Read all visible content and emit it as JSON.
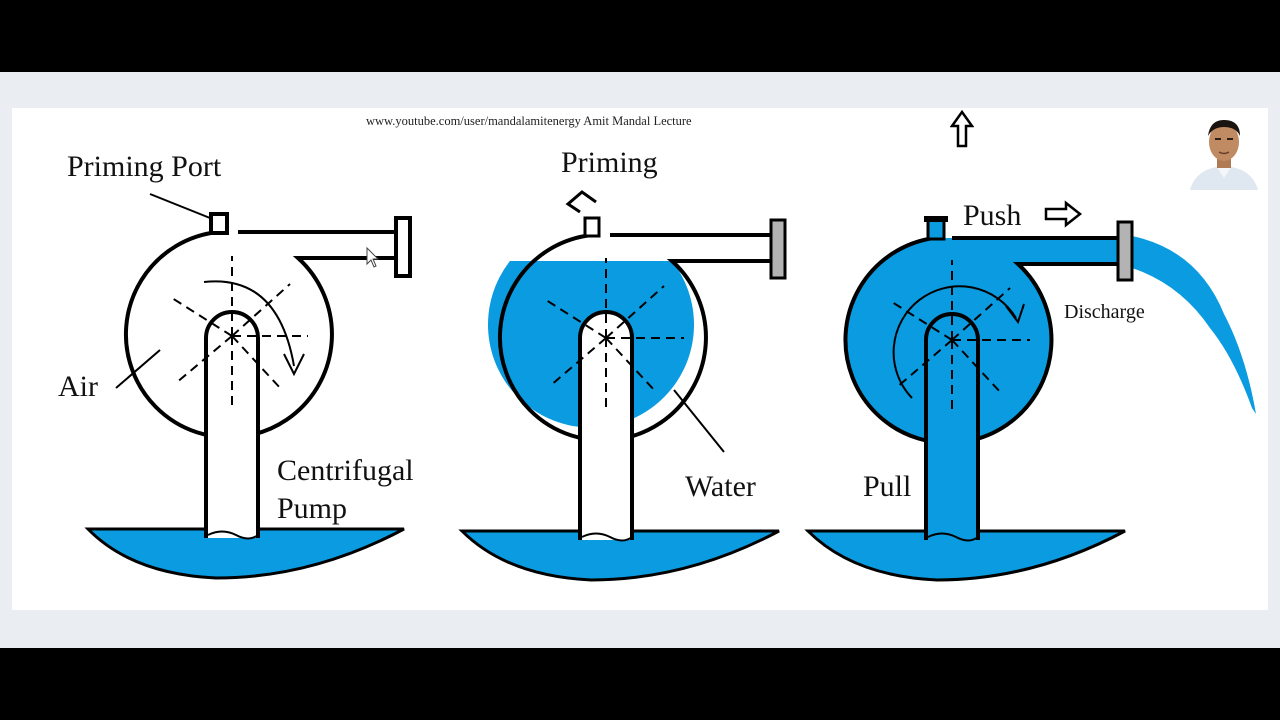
{
  "header": {
    "credit": "www.youtube.com/user/mandalamitenergy Amit Mandal Lecture"
  },
  "labels": {
    "priming_port": "Priming Port",
    "priming": "Priming",
    "push": "Push",
    "air": "Air",
    "centrifugal": "Centrifugal",
    "pump": "Pump",
    "water": "Water",
    "discharge": "Discharge",
    "pull": "Pull"
  },
  "icons": {
    "up_arrow": "up-arrow-icon",
    "right_arrow": "right-arrow-icon",
    "cursor": "mouse-cursor-icon",
    "presenter": "presenter-avatar"
  },
  "colors": {
    "water": "#0a9be0",
    "outline": "#000000",
    "flange": "#b3b3b3",
    "background": "#ffffff",
    "letterbox": "#000000"
  }
}
